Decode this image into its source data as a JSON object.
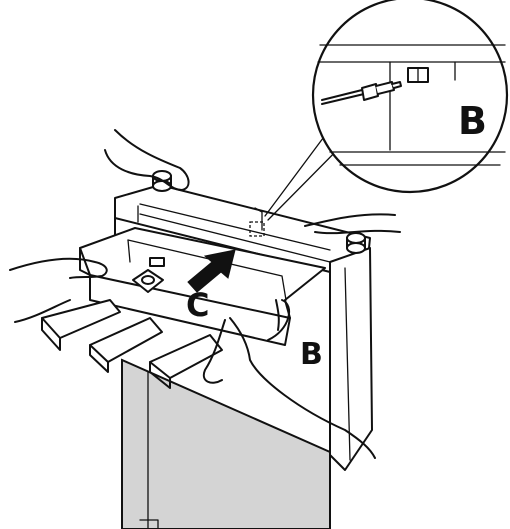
{
  "labels": {
    "inset_label": "B",
    "side_label": "B",
    "arrow_label": "C"
  },
  "colors": {
    "line": "#111111",
    "panel_fill": "#d4d4d4",
    "background": "#ffffff"
  },
  "icons": {
    "push_arrow": "arrow-icon"
  }
}
